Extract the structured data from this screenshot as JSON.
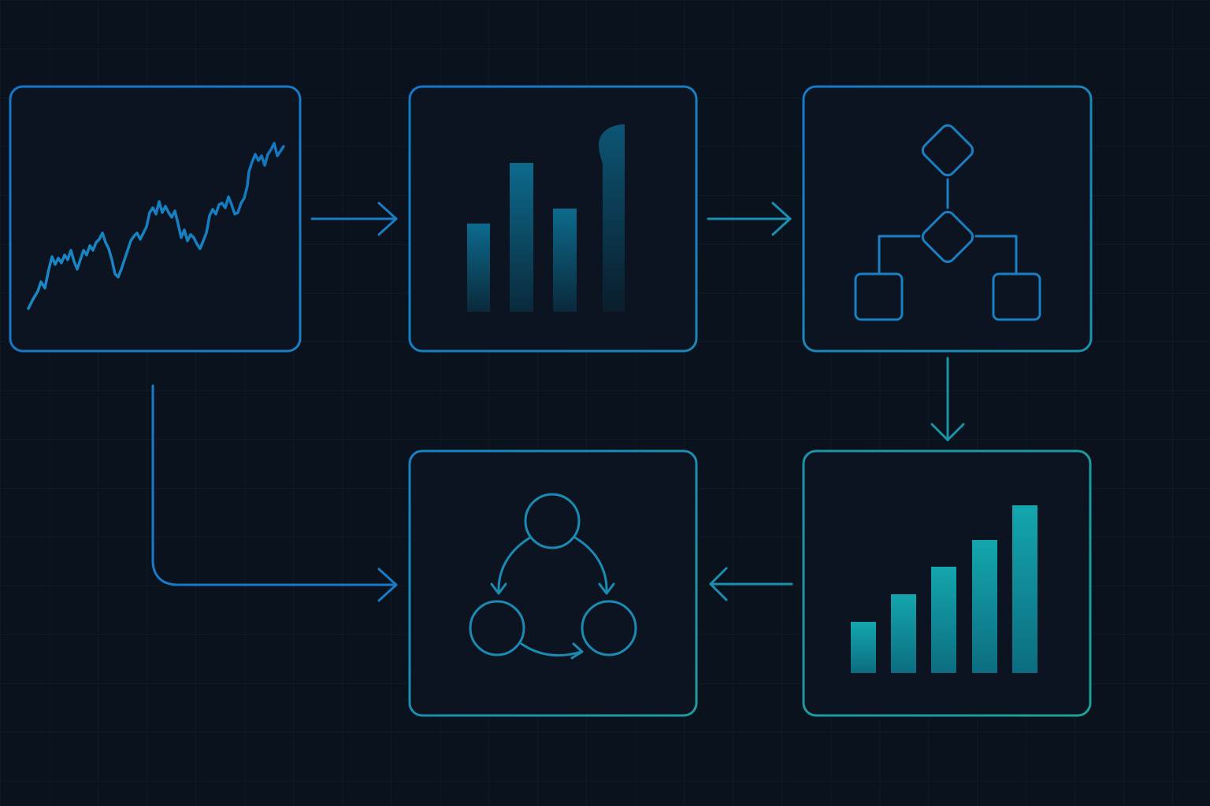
{
  "diagram": {
    "kind": "flow",
    "background_color": "#0a121d",
    "grid": true,
    "grid_color": "#15202c",
    "colors": {
      "blue": "#1a78c2",
      "teal": "#1e9aa0",
      "bar_blue_top": "#0e6d93",
      "bar_teal_top": "#15a3ad"
    },
    "nodes": [
      {
        "id": "line-chart-card",
        "icon": "line-chart-icon",
        "text": ""
      },
      {
        "id": "bar-chart-card",
        "icon": "bar-chart-icon",
        "text": ""
      },
      {
        "id": "decision-flowchart-card",
        "icon": "flowchart-icon",
        "text": ""
      },
      {
        "id": "growth-bar-chart-card",
        "icon": "growth-bar-chart-icon",
        "text": ""
      },
      {
        "id": "cycle-card",
        "icon": "cycle-network-icon",
        "text": ""
      }
    ],
    "edges": [
      {
        "from": "line-chart-card",
        "to": "bar-chart-card"
      },
      {
        "from": "bar-chart-card",
        "to": "decision-flowchart-card"
      },
      {
        "from": "decision-flowchart-card",
        "to": "growth-bar-chart-card"
      },
      {
        "from": "growth-bar-chart-card",
        "to": "cycle-card"
      },
      {
        "from": "line-chart-card",
        "to": "cycle-card"
      }
    ]
  }
}
